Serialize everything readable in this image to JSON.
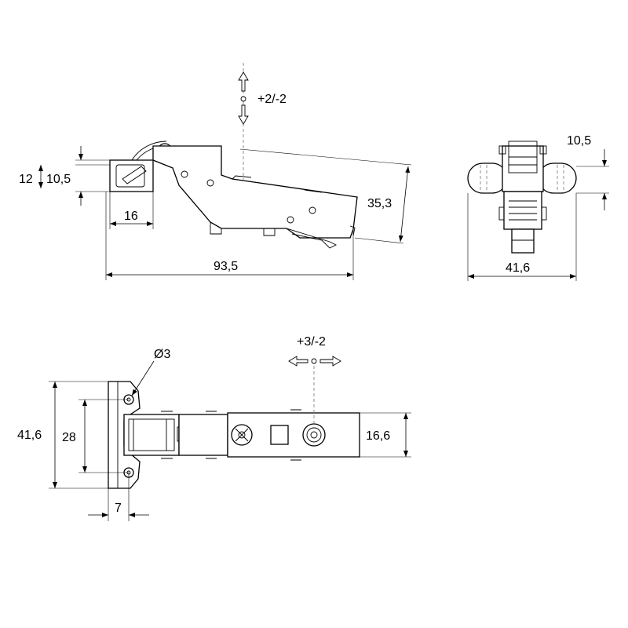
{
  "side_view": {
    "adjust_vertical": "+2/-2",
    "dim_12": "12",
    "dim_10_5": "10,5",
    "dim_16": "16",
    "dim_93_5": "93,5",
    "dim_35_3": "35,3"
  },
  "end_view": {
    "dim_10_5": "10,5",
    "dim_41_6": "41,6"
  },
  "top_view": {
    "hole_diameter": "Ø3",
    "adjust_lateral": "+3/-2",
    "dim_41_6": "41,6",
    "dim_28": "28",
    "dim_7": "7",
    "dim_16_6": "16,6"
  }
}
